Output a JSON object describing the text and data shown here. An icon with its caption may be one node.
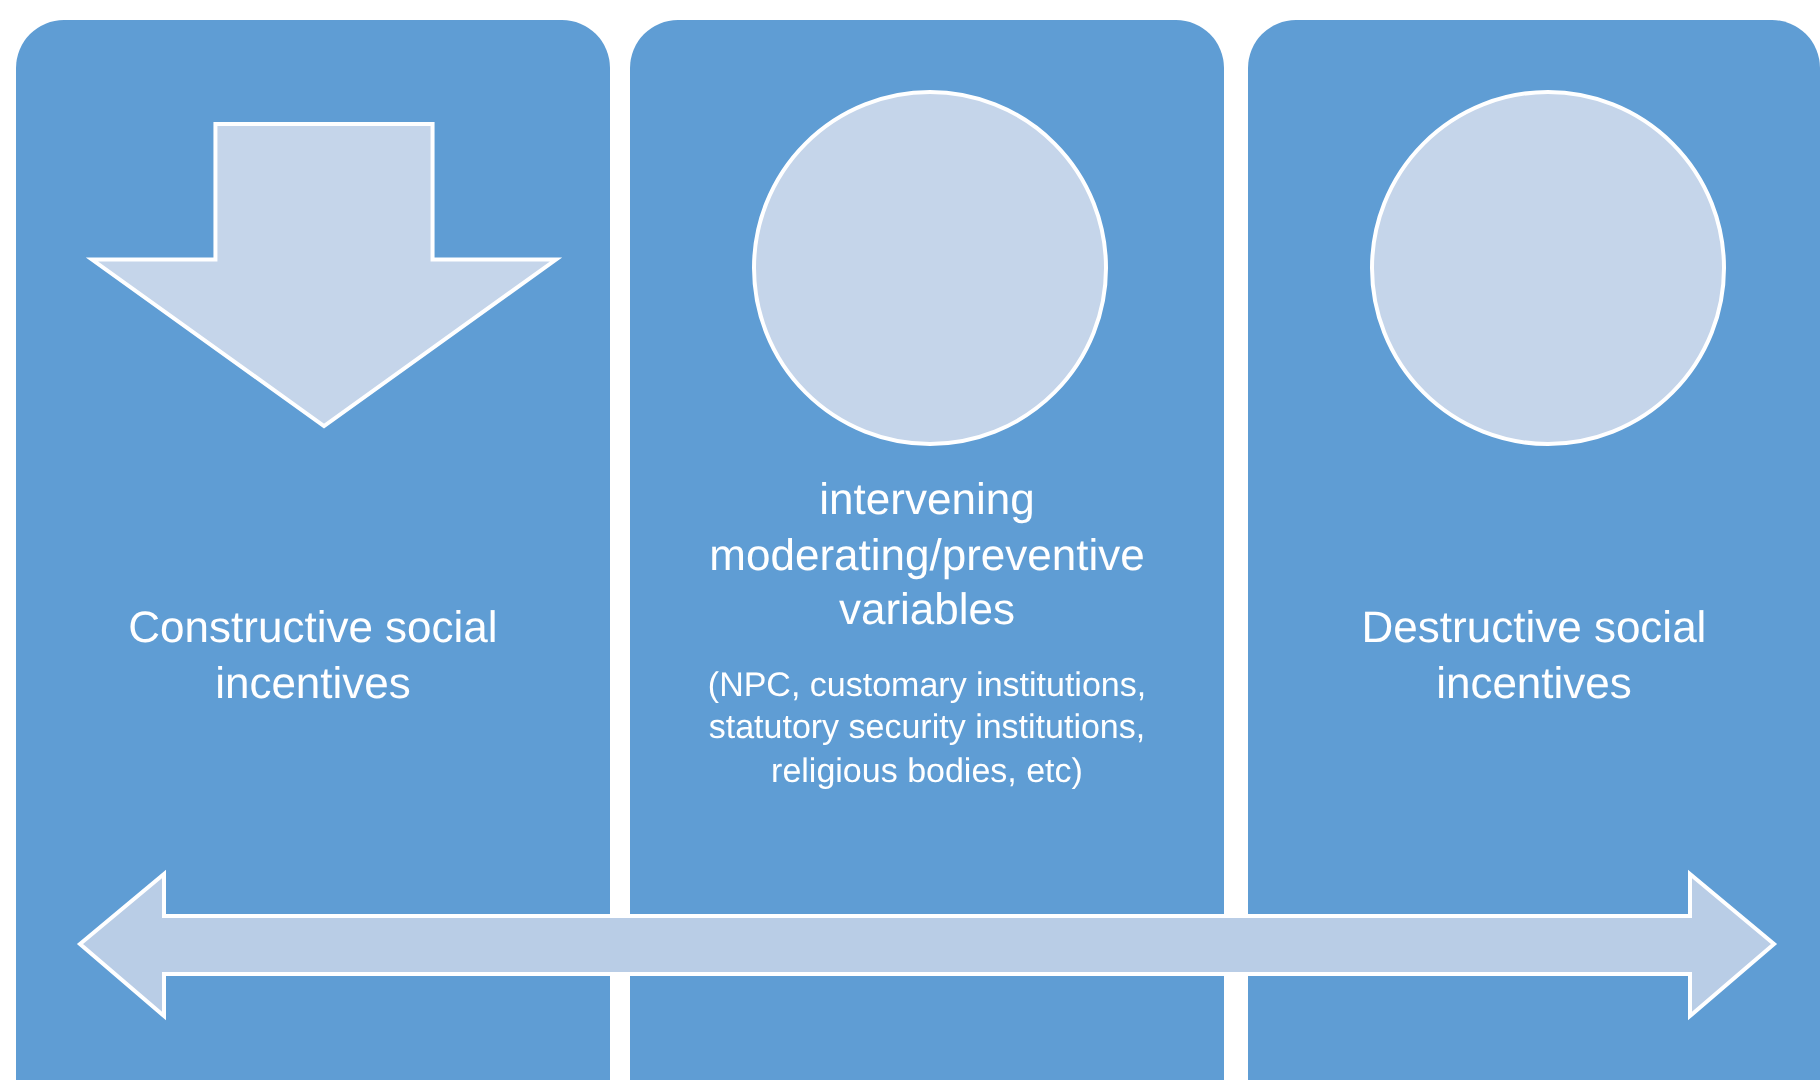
{
  "diagram": {
    "nodes": [
      {
        "text": [
          "Constructive social incentives"
        ]
      },
      {
        "text": [
          "intervening moderating/preventive variables",
          "(NPC, customary institutions, statutory security institutions, religious bodies, etc)"
        ]
      },
      {
        "text": [
          "Destructive social incentives"
        ]
      },
      {
        "text": [],
        "shape": "arrow",
        "in": 0
      },
      {
        "text": [],
        "shape": "circle",
        "in": 1
      },
      {
        "text": [],
        "shape": "circle",
        "in": 2
      }
    ]
  }
}
